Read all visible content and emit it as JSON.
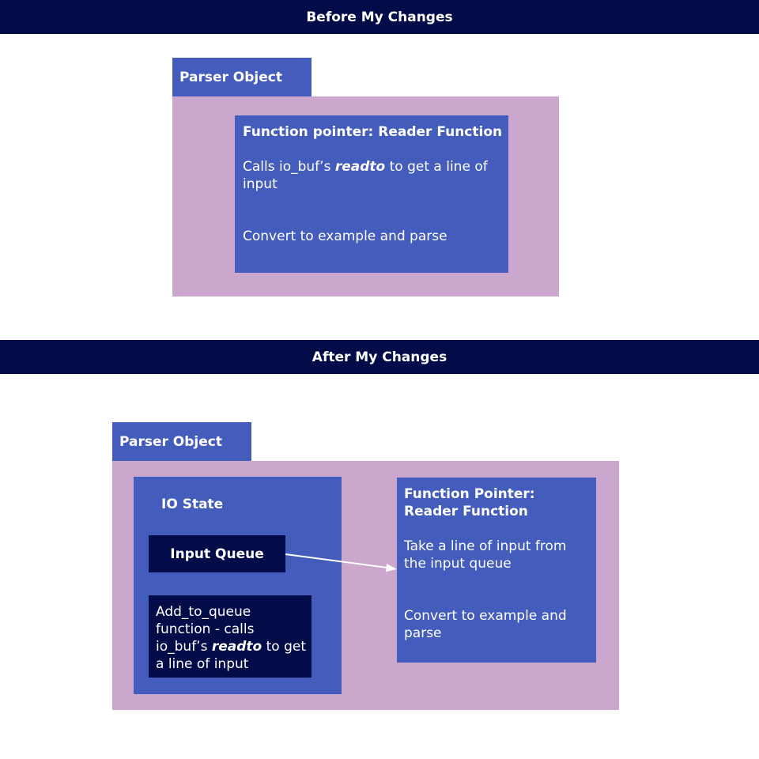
{
  "before": {
    "banner": "Before My Changes",
    "parser_label": "Parser Object",
    "reader": {
      "title": "Function pointer: Reader Function",
      "line1_pre": "Calls io_buf’s ",
      "line1_kw": "readto",
      "line1_post": " to get a line of input",
      "line2": "Convert to example and parse"
    }
  },
  "after": {
    "banner": "After My Changes",
    "parser_label": "Parser Object",
    "io_state": {
      "title": "IO State",
      "input_queue": "Input Queue",
      "add_pre": "Add_to_queue function - calls io_buf’s ",
      "add_kw": "readto",
      "add_post": " to get a line of input"
    },
    "reader": {
      "title": "Function Pointer: Reader Function",
      "line1": "Take a line of input from the input queue",
      "line2": "Convert to example and parse"
    }
  },
  "colors": {
    "banner_bg": "#020c48",
    "box_blue": "#445cbb",
    "panel_pink": "#cba7cd",
    "dark_navy": "#020c48",
    "text": "#ffffff"
  }
}
